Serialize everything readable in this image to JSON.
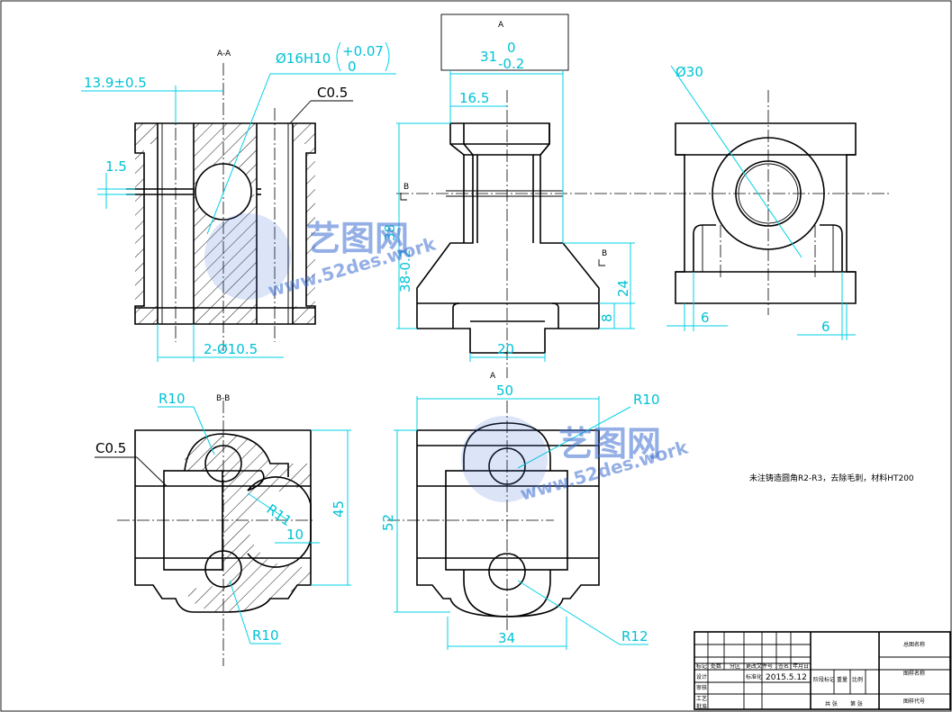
{
  "sections": {
    "aa": "A-A",
    "bb": "B-B",
    "a_top": "A",
    "a_bottom": "A",
    "b_left": "B",
    "b_right": "B"
  },
  "dimensions": {
    "d139": "13.9±0.5",
    "bore": "Ø16H10",
    "bore_tol_upper": "+0.07",
    "bore_tol_lower": "0",
    "c05_top": "C0.5",
    "d15": "1.5",
    "holes": "2-Ø10.5",
    "d31": "31",
    "d31_upper": "0",
    "d31_lower": "-0.2",
    "d165": "16.5",
    "d38": "38",
    "d38_full": "38-0.2",
    "d24": "24",
    "d8": "8",
    "d20": "20",
    "d30": "Ø30",
    "d6_left": "6",
    "d6_right": "6",
    "r10_top": "R10",
    "c05_bb": "C0.5",
    "r11": "R11",
    "d10": "10",
    "d45": "45",
    "r10_bottom": "R10",
    "d50": "50",
    "r10_right": "R10",
    "d52": "52",
    "d34": "34",
    "r12": "R12"
  },
  "note": "未注铸造圆角R2-R3，去除毛刺，材料HT200",
  "watermark": {
    "logo": "艺图网",
    "url": "www.52des.work"
  },
  "title_block": {
    "product_name": "总图名称",
    "drawing_name": "图样名称",
    "drawing_code": "图样代号",
    "date": "2015.5.12",
    "col_headers": [
      "标记",
      "处数",
      "分区",
      "更改文件号",
      "签名",
      "年月日"
    ],
    "rows": [
      "设计",
      "审核",
      "工艺",
      "批准"
    ],
    "std": "标准化",
    "stage": [
      "阶段标记",
      "重量",
      "比例"
    ],
    "sheets": [
      "共 张",
      "第 张"
    ]
  }
}
